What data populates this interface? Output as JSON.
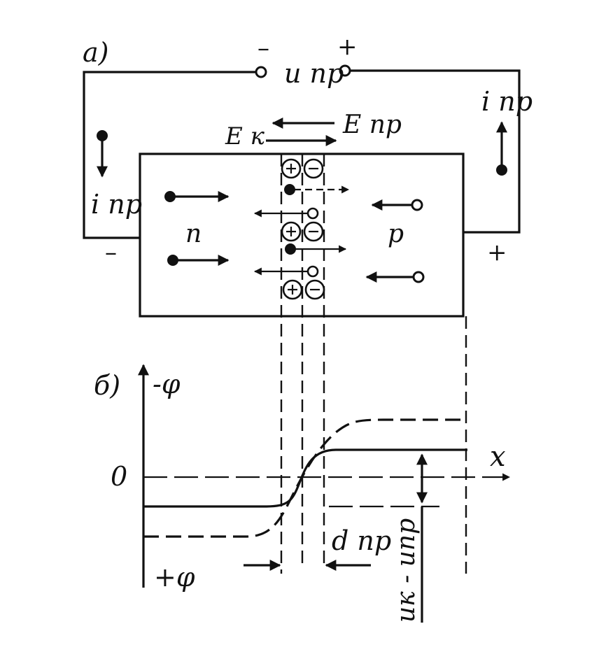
{
  "panel_a": {
    "label": "а)",
    "minus_terminal": "–",
    "plus_terminal": "+",
    "voltage_label": "u пр",
    "field_forward": "E пр",
    "field_contact": "E к",
    "current_left": "i пр",
    "current_right": "i пр",
    "region_n": "n",
    "region_p": "p",
    "minus_side": "–",
    "plus_side": "+"
  },
  "panel_b": {
    "label": "б)",
    "axis_neg_phi": "-φ",
    "axis_pos_phi": "+φ",
    "axis_x": "x",
    "origin": "0",
    "width_label": "d пр",
    "barrier_label": "uк - uпр"
  },
  "colors": {
    "ink": "#111111",
    "background": "#ffffff"
  }
}
